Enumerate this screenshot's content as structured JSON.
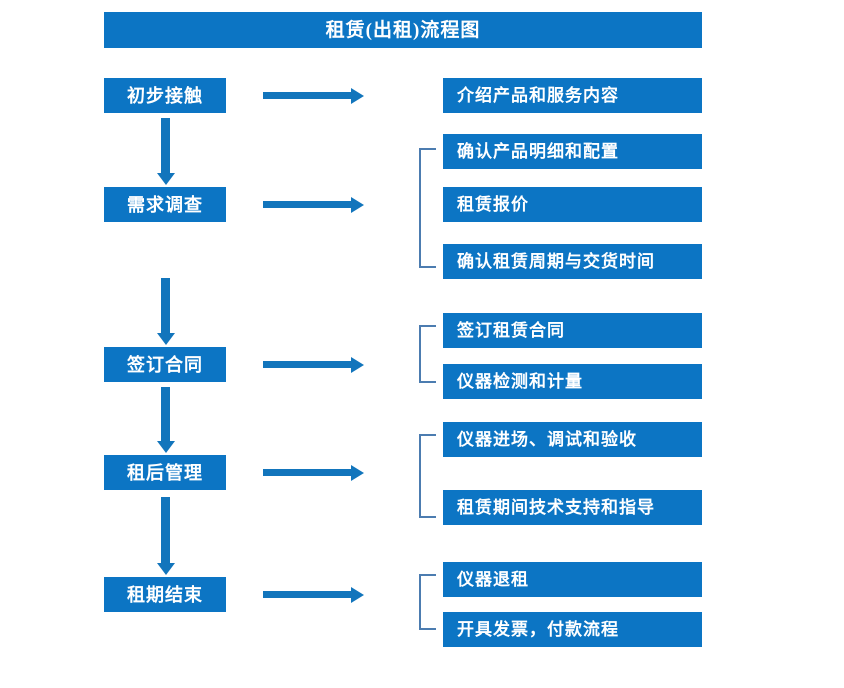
{
  "diagram": {
    "title": "租赁(出租)流程图",
    "theme": {
      "box_fill": "#0C75C4",
      "box_text": "#FFFFFF",
      "arrow": "#1275BC",
      "bracket": "#4C7CB0",
      "background": "#FFFFFF"
    },
    "stages": [
      {
        "label": "初步接触"
      },
      {
        "label": "需求调查"
      },
      {
        "label": "签订合同"
      },
      {
        "label": "租后管理"
      },
      {
        "label": "租期结束"
      }
    ],
    "details": [
      {
        "label": "介绍产品和服务内容"
      },
      {
        "label": "确认产品明细和配置"
      },
      {
        "label": "租赁报价"
      },
      {
        "label": "确认租赁周期与交货时间"
      },
      {
        "label": "签订租赁合同"
      },
      {
        "label": "仪器检测和计量"
      },
      {
        "label": "仪器进场、调试和验收"
      },
      {
        "label": "租赁期间技术支持和指导"
      },
      {
        "label": "仪器退租"
      },
      {
        "label": "开具发票，付款流程"
      }
    ],
    "connectors": {
      "down_arrow_name": "down-arrow-icon",
      "right_arrow_name": "right-arrow-icon",
      "bracket_name": "group-bracket"
    }
  }
}
